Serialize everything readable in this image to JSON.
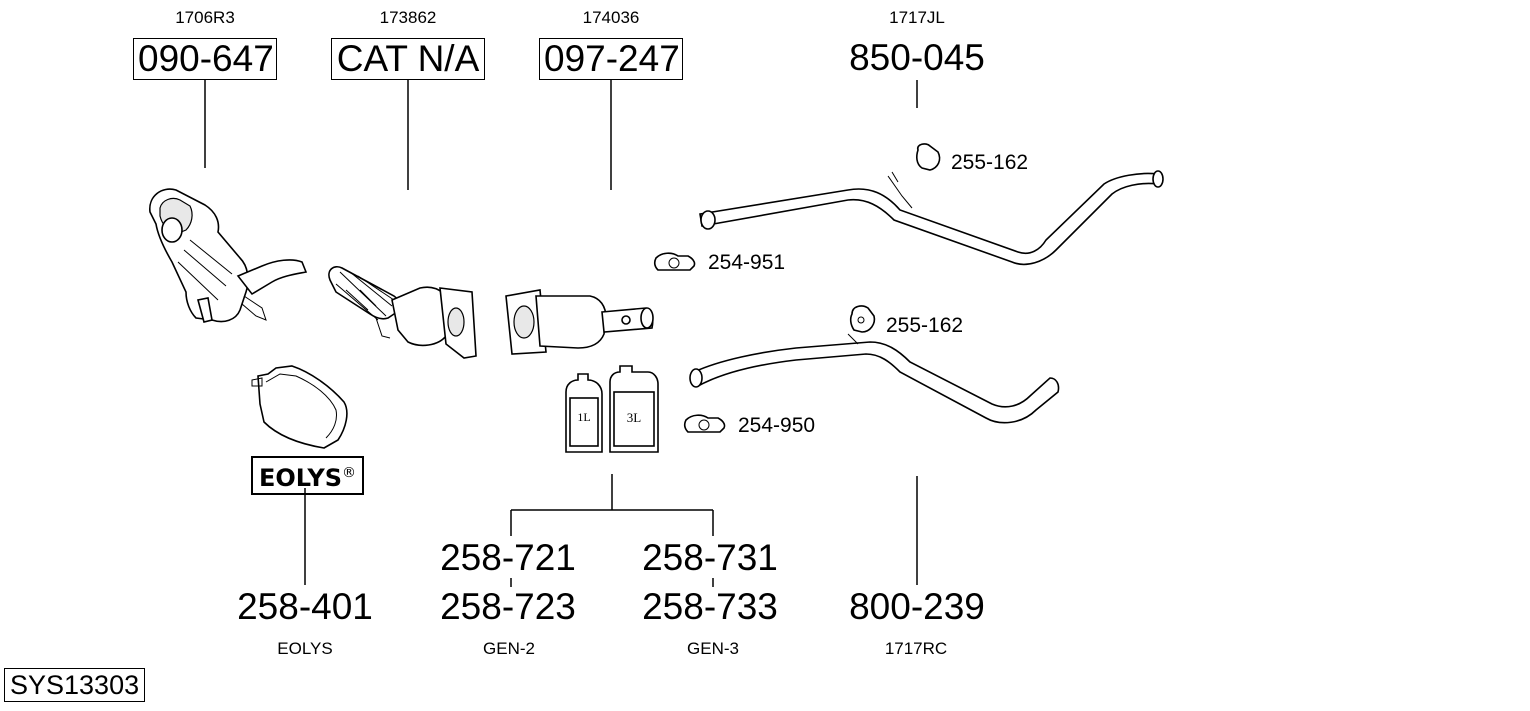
{
  "columns": [
    {
      "top_code": "1706R3",
      "part_number": "090-647"
    },
    {
      "top_code": "173862",
      "part_number": "CAT N/A"
    },
    {
      "top_code": "174036",
      "part_number": "097-247"
    },
    {
      "top_code": "1717JL",
      "part_number": "850-045"
    }
  ],
  "accessories": {
    "mount_upper": "255-162",
    "clamp_upper": "254-951",
    "mount_lower": "255-162",
    "clamp_lower": "254-950"
  },
  "containers": {
    "small_label": "1L",
    "large_label": "3L"
  },
  "eolys_logo": {
    "text": "EOLYS",
    "mark": "®"
  },
  "bottom": {
    "eolys": {
      "part_number": "258-401",
      "code": "EOLYS"
    },
    "gen2": {
      "part_a": "258-721",
      "part_b": "258-723",
      "code": "GEN-2"
    },
    "gen3": {
      "part_a": "258-731",
      "part_b": "258-733",
      "code": "GEN-3"
    },
    "rear": {
      "part_number": "800-239",
      "code": "1717RC"
    }
  },
  "system_id": "SYS13303"
}
